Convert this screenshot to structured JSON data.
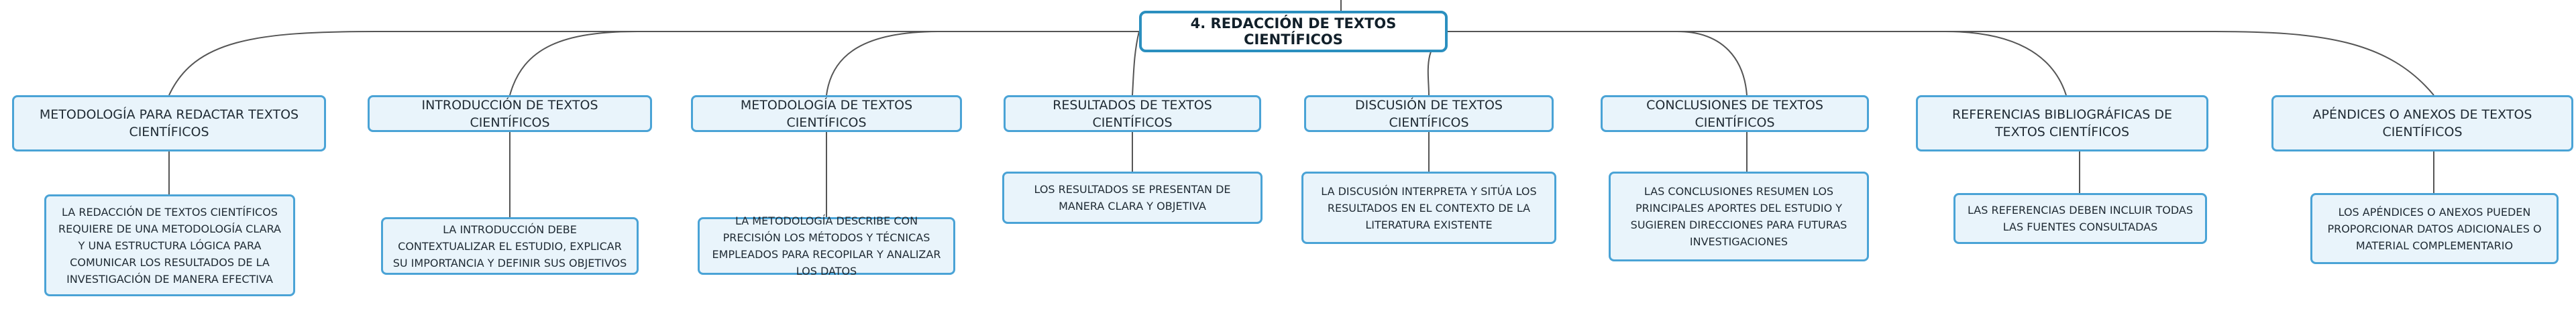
{
  "root": {
    "title": "4. REDACCIÓN DE TEXTOS CIENTÍFICOS"
  },
  "branches": [
    {
      "title": "METODOLOGÍA PARA REDACTAR TEXTOS CIENTÍFICOS",
      "detail": "LA REDACCIÓN DE TEXTOS CIENTÍFICOS REQUIERE DE UNA METODOLOGÍA CLARA Y UNA ESTRUCTURA LÓGICA PARA COMUNICAR LOS RESULTADOS DE LA INVESTIGACIÓN DE MANERA EFECTIVA"
    },
    {
      "title": "INTRODUCCIÓN DE TEXTOS CIENTÍFICOS",
      "detail": "LA INTRODUCCIÓN DEBE CONTEXTUALIZAR EL ESTUDIO, EXPLICAR SU IMPORTANCIA Y DEFINIR SUS OBJETIVOS"
    },
    {
      "title": "METODOLOGÍA DE TEXTOS CIENTÍFICOS",
      "detail": "LA METODOLOGÍA DESCRIBE CON PRECISIÓN LOS MÉTODOS Y TÉCNICAS EMPLEADOS PARA RECOPILAR Y ANALIZAR LOS DATOS"
    },
    {
      "title": "RESULTADOS DE TEXTOS CIENTÍFICOS",
      "detail": "LOS RESULTADOS SE PRESENTAN DE MANERA CLARA Y OBJETIVA"
    },
    {
      "title": "DISCUSIÓN DE TEXTOS CIENTÍFICOS",
      "detail": "LA DISCUSIÓN INTERPRETA Y SITÚA LOS RESULTADOS EN EL CONTEXTO DE LA LITERATURA EXISTENTE"
    },
    {
      "title": "CONCLUSIONES DE TEXTOS CIENTÍFICOS",
      "detail": "LAS CONCLUSIONES RESUMEN LOS PRINCIPALES APORTES DEL ESTUDIO Y SUGIEREN DIRECCIONES PARA FUTURAS INVESTIGACIONES"
    },
    {
      "title": "REFERENCIAS BIBLIOGRÁFICAS DE TEXTOS CIENTÍFICOS",
      "detail": "LAS REFERENCIAS DEBEN INCLUIR TODAS LAS FUENTES CONSULTADAS"
    },
    {
      "title": "APÉNDICES O ANEXOS DE TEXTOS CIENTÍFICOS",
      "detail": "LOS APÉNDICES O ANEXOS PUEDEN PROPORCIONAR DATOS ADICIONALES O MATERIAL COMPLEMENTARIO"
    }
  ],
  "colors": {
    "root_border": "#2b8fbf",
    "node_border": "#4aa3d6",
    "node_fill": "#e9f4fb",
    "connector": "#555555"
  }
}
